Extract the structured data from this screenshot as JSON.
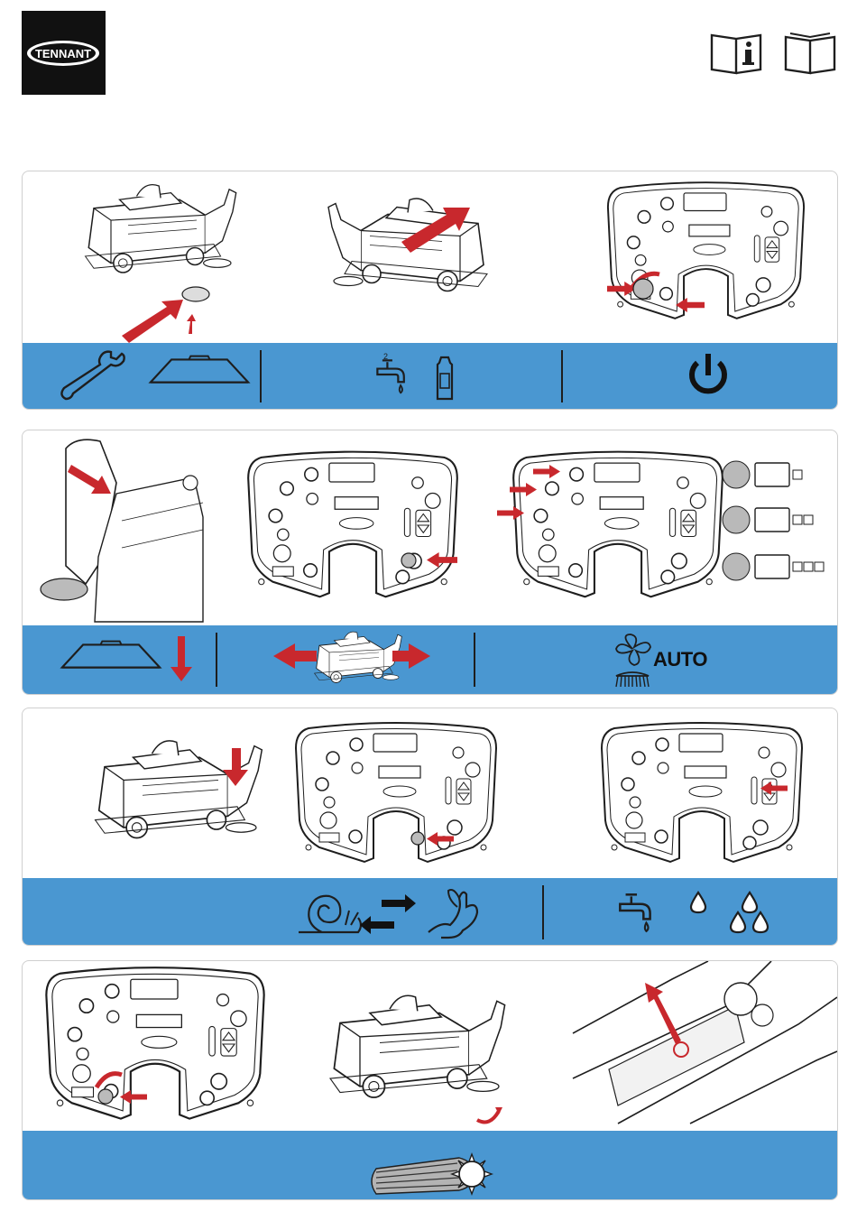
{
  "brand": {
    "logo_text": "TENNANT"
  },
  "header_icons": [
    "info-manual-icon",
    "open-book-icon"
  ],
  "panels": [
    {
      "steps": [
        "install-pad",
        "fill-tanks",
        "turn-key-on"
      ],
      "band_icons": [
        "wrench-icon",
        "pad-driver-icon",
        "faucet-icon",
        "detergent-bottle-icon",
        "power-icon"
      ]
    },
    {
      "steps": [
        "lower-head",
        "press-button",
        "select-pressure"
      ],
      "band_icons": [
        "pad-down-icon",
        "side-to-side-icon",
        "fan-brush-icon"
      ],
      "auto_label": "AUTO",
      "pressure_levels": [
        1,
        2,
        3
      ]
    },
    {
      "steps": [
        "press-pedal",
        "press-speed",
        "adjust-flow"
      ],
      "band_icons": [
        "snail-icon",
        "rabbit-icon",
        "faucet-icon",
        "drop-icon",
        "drops-icon"
      ]
    },
    {
      "steps": [
        "turn-key-off",
        "raise-squeegee",
        "empty-tank"
      ],
      "band_icons": [
        "cylindrical-brush-icon"
      ]
    }
  ],
  "colors": {
    "band": "#4a97d1",
    "arrow": "#c8282d",
    "line": "#1e1e1e"
  }
}
